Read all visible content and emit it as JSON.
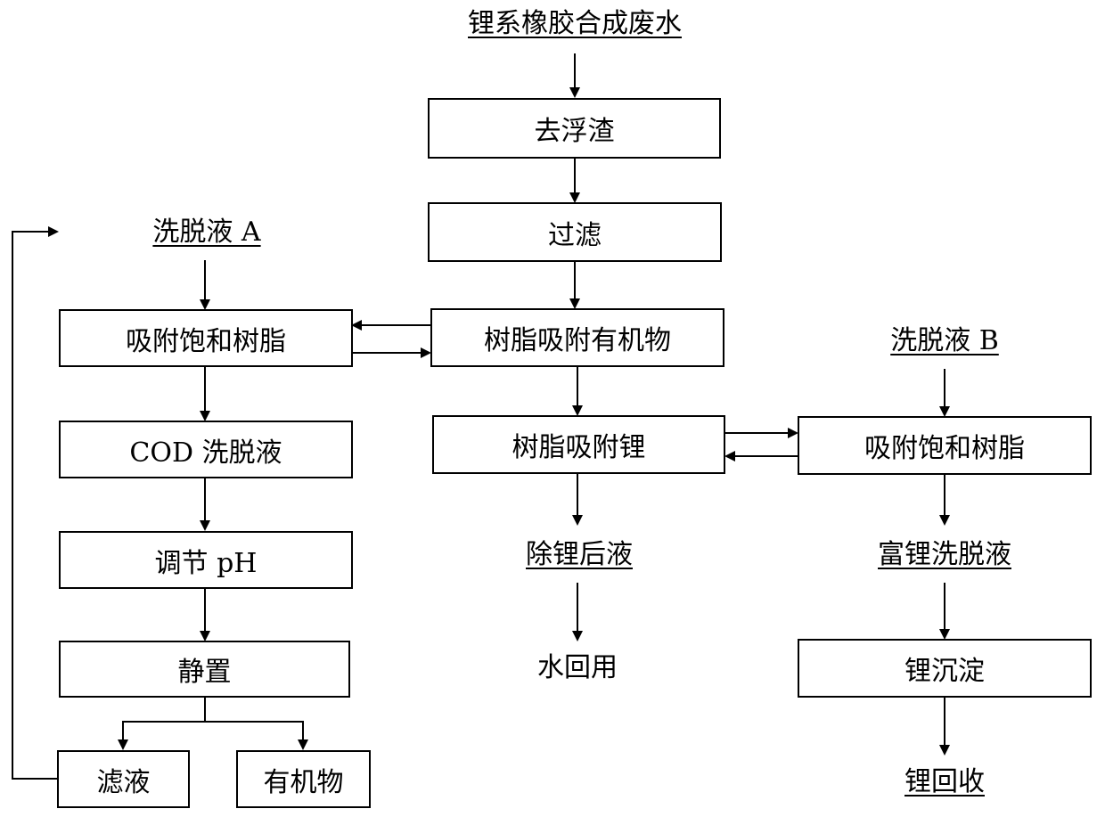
{
  "center": {
    "source": "锂系橡胶合成废水",
    "step1": "去浮渣",
    "step2": "过滤",
    "step3": "树脂吸附有机物",
    "step4": "树脂吸附锂",
    "output_label": "除锂后液",
    "final_label": "水回用"
  },
  "left": {
    "eluent": "洗脱液 A",
    "step1": "吸附饱和树脂",
    "step2": "COD 洗脱液",
    "step3": "调节 pH",
    "step4": "静置",
    "out_filtrate": "滤液",
    "out_organics": "有机物"
  },
  "right": {
    "eluent": "洗脱液 B",
    "step1": "吸附饱和树脂",
    "output_label": "富锂洗脱液",
    "step2": "锂沉淀",
    "final_label": "锂回收"
  }
}
